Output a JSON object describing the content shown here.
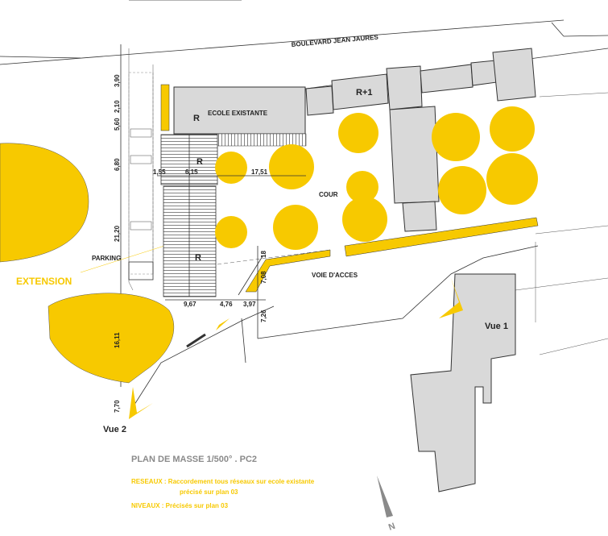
{
  "plan": {
    "street": "BOULEVARD JEAN JAURES",
    "building_r1": "R+1",
    "existing_school": "ECOLE EXISTANTE",
    "level_r": "R",
    "courtyard": "COUR",
    "parking": "PARKING",
    "extension": "EXTENSION",
    "access_road": "VOIE D'ACCES",
    "view1": "Vue 1",
    "view2": "Vue 2",
    "north": "N"
  },
  "dimensions": {
    "h1": "1,55",
    "h2": "6,15",
    "h3": "17,51",
    "b1": "9,67",
    "b2": "4,76",
    "b3": "3,97",
    "v1": "3,90",
    "v2": "2,10",
    "v3": "5,60",
    "v4": "6,80",
    "v5": "21,20",
    "v6": "16,11",
    "v7": "7,70",
    "v8": "7,08",
    "v9": "18",
    "v10": "7,26"
  },
  "legend": {
    "title": "PLAN DE MASSE 1/500° .  PC2",
    "reseaux": "RESEAUX : Raccordement tous réseaux sur ecole existante",
    "reseaux_2": "précisé sur plan 03",
    "niveaux": "NIVEAUX : Précisés sur plan 03"
  },
  "colors": {
    "accent": "#f7c900",
    "building": "#d9d9d9",
    "legend_grey": "#8a8a8a"
  }
}
